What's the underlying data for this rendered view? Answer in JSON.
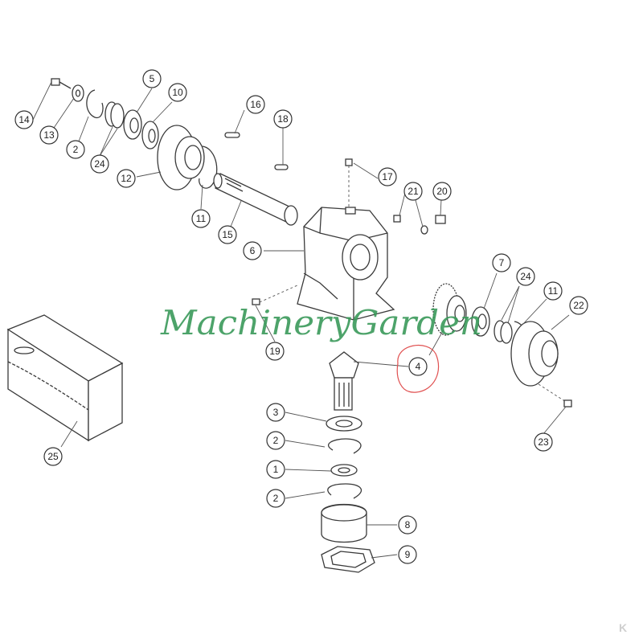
{
  "watermark": "MachineryGarden",
  "corner_mark": "K",
  "highlight_color": "#e05050",
  "watermark_color": "#3a9a5a",
  "callouts": [
    {
      "id": "c14",
      "label": "14"
    },
    {
      "id": "c13",
      "label": "13"
    },
    {
      "id": "c2a",
      "label": "2"
    },
    {
      "id": "c24a",
      "label": "24"
    },
    {
      "id": "c5",
      "label": "5"
    },
    {
      "id": "c10",
      "label": "10"
    },
    {
      "id": "c12",
      "label": "12"
    },
    {
      "id": "c11a",
      "label": "11"
    },
    {
      "id": "c16",
      "label": "16"
    },
    {
      "id": "c18",
      "label": "18"
    },
    {
      "id": "c15",
      "label": "15"
    },
    {
      "id": "c17",
      "label": "17"
    },
    {
      "id": "c21",
      "label": "21"
    },
    {
      "id": "c20",
      "label": "20"
    },
    {
      "id": "c6",
      "label": "6"
    },
    {
      "id": "c7",
      "label": "7"
    },
    {
      "id": "c24b",
      "label": "24"
    },
    {
      "id": "c11b",
      "label": "11"
    },
    {
      "id": "c22",
      "label": "22"
    },
    {
      "id": "c19",
      "label": "19"
    },
    {
      "id": "c4",
      "label": "4"
    },
    {
      "id": "c3",
      "label": "3"
    },
    {
      "id": "c2b",
      "label": "2"
    },
    {
      "id": "c1",
      "label": "1"
    },
    {
      "id": "c2c",
      "label": "2"
    },
    {
      "id": "c8",
      "label": "8"
    },
    {
      "id": "c9",
      "label": "9"
    },
    {
      "id": "c23",
      "label": "23"
    },
    {
      "id": "c25",
      "label": "25"
    }
  ]
}
